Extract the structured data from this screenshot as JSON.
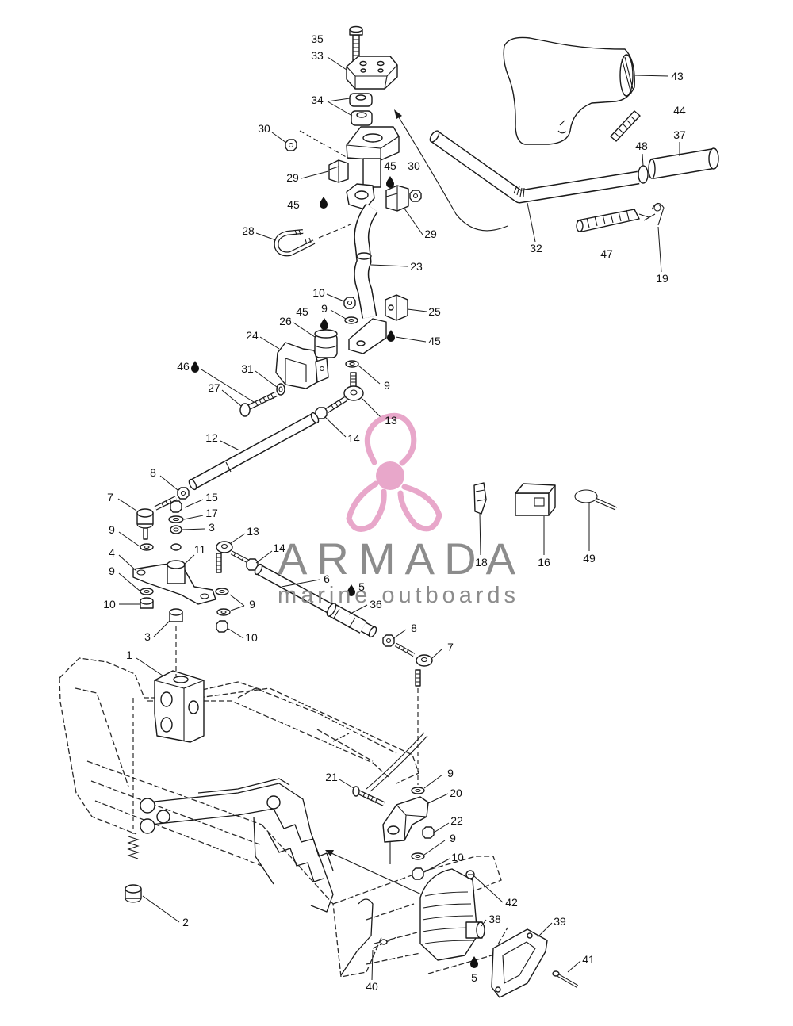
{
  "watermark": {
    "brand": "ARMADA",
    "tagline": "marine outboards",
    "logo_icon": "propeller-icon",
    "logo_color": "#e8a7ca",
    "text_color": "#8c8c8c"
  },
  "callouts": [
    "35",
    "33",
    "34",
    "30",
    "29",
    "45",
    "30",
    "45",
    "29",
    "28",
    "23",
    "10",
    "9",
    "25",
    "45",
    "26",
    "45",
    "24",
    "46",
    "31",
    "9",
    "27",
    "13",
    "14",
    "12",
    "8",
    "7",
    "15",
    "17",
    "3",
    "13",
    "9",
    "4",
    "11",
    "14",
    "9",
    "6",
    "5",
    "9",
    "10",
    "36",
    "3",
    "10",
    "8",
    "7",
    "1",
    "43",
    "44",
    "48",
    "37",
    "32",
    "47",
    "19",
    "18",
    "16",
    "49",
    "21",
    "9",
    "20",
    "22",
    "9",
    "10",
    "42",
    "2",
    "38",
    "39",
    "41",
    "40",
    "5"
  ],
  "icons": {
    "lubrication": "drop-icon"
  }
}
